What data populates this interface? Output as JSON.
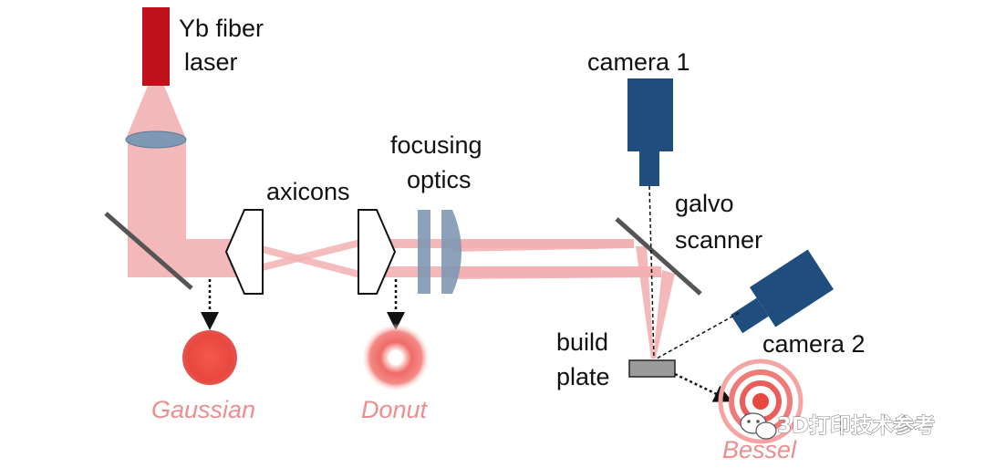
{
  "labels": {
    "laser_line1": "Yb fiber",
    "laser_line2": "laser",
    "camera1": "camera 1",
    "focusing_line1": "focusing",
    "focusing_line2": "optics",
    "axicons": "axicons",
    "galvo_line1": "galvo",
    "galvo_line2": "scanner",
    "camera2": "camera 2",
    "build_line1": "build",
    "build_line2": "plate"
  },
  "beam_profiles": {
    "gaussian": "Gaussian",
    "donut": "Donut",
    "bessel": "Bessel"
  },
  "watermark": {
    "text": "3D打印技术参考",
    "icon": "wechat-icon"
  },
  "colors": {
    "laser": "#c0111b",
    "beam": "#f2b0b2",
    "lens": "#7f98b3",
    "camera": "#1f4e7e",
    "mirror": "#555555",
    "profile": "#e8544f",
    "profile_label": "#ec8e8e",
    "plate": "#9b9b9b"
  }
}
